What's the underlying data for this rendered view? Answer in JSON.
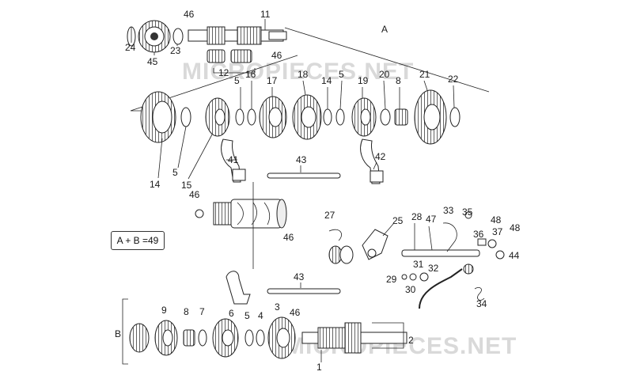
{
  "watermark": "MICROPIECES.NET",
  "watermark_bottom": "MICROPIECES.NET",
  "formula": "A + B =49",
  "ref_a": "A",
  "ref_b": "B",
  "labels": {
    "p1": "1",
    "p2": "2",
    "p3": "3",
    "p4": "4",
    "p5a": "5",
    "p5b": "5",
    "p5c": "5",
    "p5d": "5",
    "p6": "6",
    "p7": "7",
    "p8a": "8",
    "p8b": "8",
    "p9": "9",
    "p11": "11",
    "p12": "12",
    "p14a": "14",
    "p14b": "14",
    "p15": "15",
    "p16": "16",
    "p17": "17",
    "p18": "18",
    "p19": "19",
    "p20": "20",
    "p21": "21",
    "p22": "22",
    "p23": "23",
    "p24": "24",
    "p25": "25",
    "p27": "27",
    "p28": "28",
    "p29": "29",
    "p30": "30",
    "p31": "31",
    "p32": "32",
    "p33": "33",
    "p34": "34",
    "p35": "35",
    "p36": "36",
    "p37": "37",
    "p41": "41",
    "p42": "42",
    "p43a": "43",
    "p43b": "43",
    "p44": "44",
    "p45": "45",
    "p46a": "46",
    "p46b": "46",
    "p46c": "46",
    "p46d": "46",
    "p46e": "46",
    "p47": "47",
    "p48a": "48",
    "p48b": "48"
  }
}
